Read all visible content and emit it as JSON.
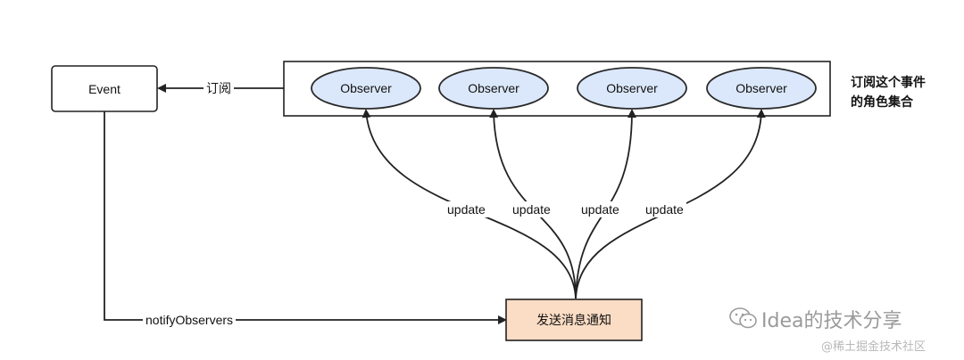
{
  "nodes": {
    "event": "Event",
    "observers": [
      "Observer",
      "Observer",
      "Observer",
      "Observer"
    ],
    "sender": "发送消息通知"
  },
  "edges": {
    "subscribe": "订阅",
    "updates": [
      "update",
      "update",
      "update",
      "update"
    ],
    "notify": "notifyObservers"
  },
  "annotation": {
    "line1": "订阅这个事件",
    "line2": "的角色集合"
  },
  "watermark": {
    "main": "Idea的技术分享",
    "small": "@稀土掘金技术社区"
  },
  "colors": {
    "line": "#222222",
    "observer_fill": "#dbe8fb",
    "observer_stroke": "#2a2a2a",
    "sender_fill": "#fbdcc4"
  }
}
